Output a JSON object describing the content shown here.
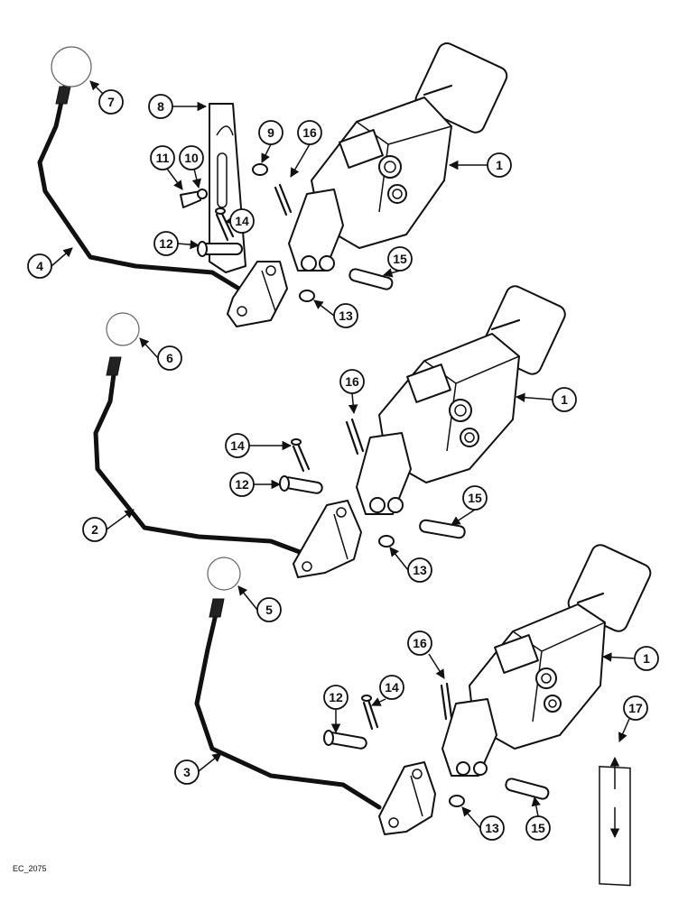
{
  "drawing_code": "EC_2075",
  "callouts": [
    "1",
    "2",
    "3",
    "4",
    "5",
    "6",
    "7",
    "8",
    "9",
    "10",
    "11",
    "12",
    "13",
    "14",
    "15",
    "16",
    "17"
  ]
}
